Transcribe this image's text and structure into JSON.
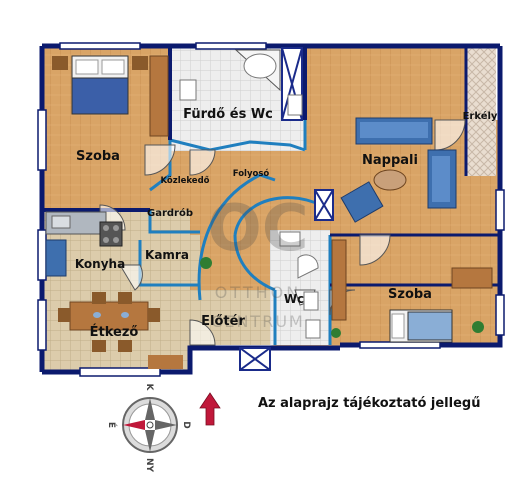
{
  "rooms": {
    "szoba_left": "Szoba",
    "furdo_wc": "Fürdő és Wc",
    "kozlekedo": "Közlekedő",
    "folyoso": "Folyosó",
    "nappali": "Nappali",
    "erkely": "Erkély",
    "gardrob": "Gardrób",
    "konyha": "Konyha",
    "kamra": "Kamra",
    "wc": "Wc",
    "szoba_right": "Szoba",
    "etkezo": "Étkező",
    "eloter": "Előtér"
  },
  "watermark": {
    "mark": "OC",
    "line1": "OTTHON",
    "line2": "CENTRUM"
  },
  "compass": {
    "north": "K",
    "east": "D",
    "south": "NY",
    "west": "É"
  },
  "note": "Az alaprajz tájékoztató jellegű",
  "colors": {
    "wall": "#0b1a6e",
    "accent_wall": "#1f7fbf",
    "wood": "#d9a466",
    "tile": "#d9c9a3",
    "arrow": "#c0183a"
  }
}
